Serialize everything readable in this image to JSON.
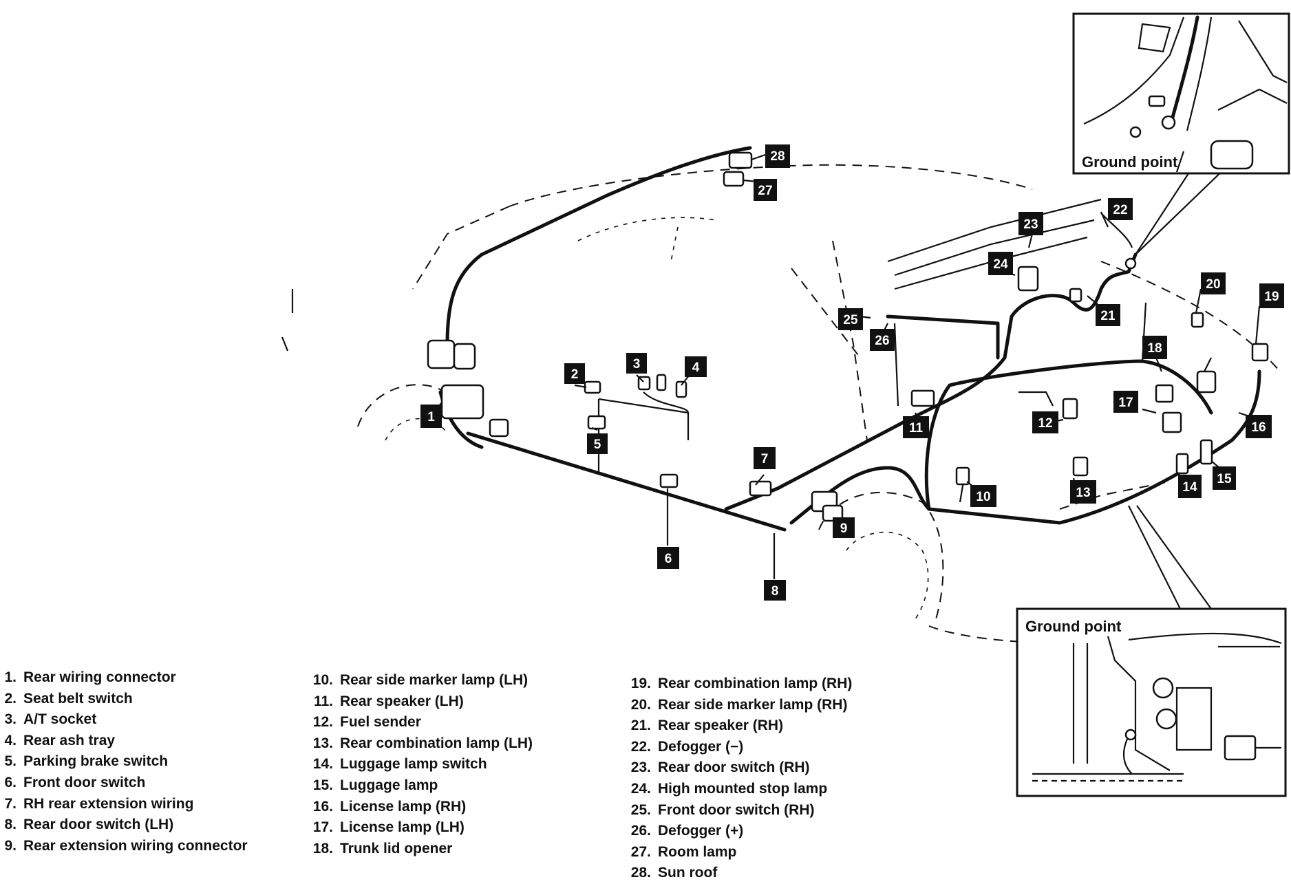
{
  "inset_top": {
    "title": "Ground point"
  },
  "inset_bottom": {
    "title": "Ground point"
  },
  "callouts": [
    "1",
    "2",
    "3",
    "4",
    "5",
    "6",
    "7",
    "8",
    "9",
    "10",
    "11",
    "12",
    "13",
    "14",
    "15",
    "16",
    "17",
    "18",
    "19",
    "20",
    "21",
    "22",
    "23",
    "24",
    "25",
    "26",
    "27",
    "28"
  ],
  "legend": [
    {
      "num": "1.",
      "label": "Rear wiring connector"
    },
    {
      "num": "2.",
      "label": "Seat belt switch"
    },
    {
      "num": "3.",
      "label": "A/T socket"
    },
    {
      "num": "4.",
      "label": "Rear ash tray"
    },
    {
      "num": "5.",
      "label": "Parking brake switch"
    },
    {
      "num": "6.",
      "label": "Front door switch"
    },
    {
      "num": "7.",
      "label": "RH rear extension wiring"
    },
    {
      "num": "8.",
      "label": "Rear door switch (LH)"
    },
    {
      "num": "9.",
      "label": "Rear extension wiring connector"
    },
    {
      "num": "10.",
      "label": "Rear side marker lamp (LH)"
    },
    {
      "num": "11.",
      "label": "Rear speaker (LH)"
    },
    {
      "num": "12.",
      "label": "Fuel sender"
    },
    {
      "num": "13.",
      "label": "Rear combination lamp (LH)"
    },
    {
      "num": "14.",
      "label": "Luggage lamp switch"
    },
    {
      "num": "15.",
      "label": "Luggage lamp"
    },
    {
      "num": "16.",
      "label": "License lamp (RH)"
    },
    {
      "num": "17.",
      "label": "License lamp (LH)"
    },
    {
      "num": "18.",
      "label": "Trunk lid opener"
    },
    {
      "num": "19.",
      "label": "Rear combination lamp (RH)"
    },
    {
      "num": "20.",
      "label": "Rear side marker lamp (RH)"
    },
    {
      "num": "21.",
      "label": "Rear speaker (RH)"
    },
    {
      "num": "22.",
      "label": "Defogger (−)"
    },
    {
      "num": "23.",
      "label": "Rear door switch (RH)"
    },
    {
      "num": "24.",
      "label": "High mounted stop lamp"
    },
    {
      "num": "25.",
      "label": "Front door switch (RH)"
    },
    {
      "num": "26.",
      "label": "Defogger (+)"
    },
    {
      "num": "27.",
      "label": "Room lamp"
    },
    {
      "num": "28.",
      "label": "Sun roof"
    }
  ]
}
